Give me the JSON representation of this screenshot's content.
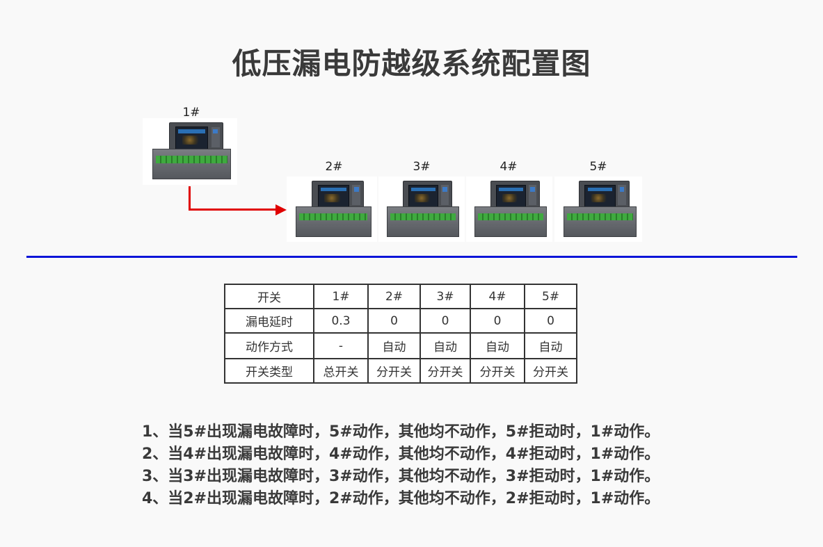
{
  "title": "低压漏电防越级系统配置图",
  "devices": [
    {
      "label": "1#"
    },
    {
      "label": "2#"
    },
    {
      "label": "3#"
    },
    {
      "label": "4#"
    },
    {
      "label": "5#"
    }
  ],
  "table": {
    "headers": [
      "开关",
      "1#",
      "2#",
      "3#",
      "4#",
      "5#"
    ],
    "rows": [
      [
        "漏电延时",
        "0.3",
        "0",
        "0",
        "0",
        "0"
      ],
      [
        "动作方式",
        "-",
        "自动",
        "自动",
        "自动",
        "自动"
      ],
      [
        "开关类型",
        "总开关",
        "分开关",
        "分开关",
        "分开关",
        "分开关"
      ]
    ]
  },
  "notes": [
    "1、当5#出现漏电故障时，5#动作，其他均不动作，5#拒动时，1#动作。",
    "2、当4#出现漏电故障时，4#动作，其他均不动作，4#拒动时，1#动作。",
    "3、当3#出现漏电故障时，3#动作，其他均不动作，3#拒动时，1#动作。",
    "4、当2#出现漏电故障时，2#动作，其他均不动作，2#拒动时，1#动作。"
  ],
  "colors": {
    "arrow": "#e00000",
    "divider": "#0a14d8"
  }
}
